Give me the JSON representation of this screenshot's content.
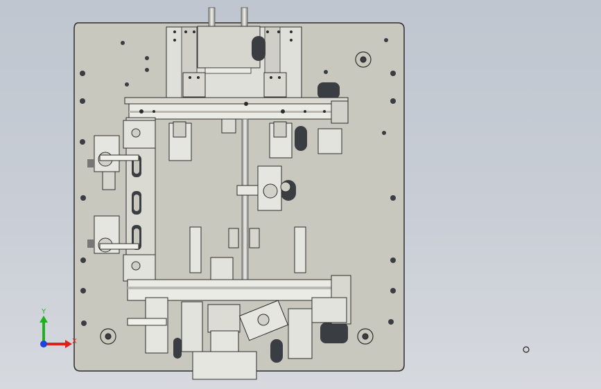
{
  "scene": {
    "type": "cad-3d-viewport",
    "colors": {
      "background_top": "#bfc6cf",
      "background_bottom": "#d6d9de",
      "plate": "#c8c8bf",
      "plate_edge": "#2b2b2b",
      "metal_light": "#e4e4df",
      "metal_mid": "#b9b9b2",
      "dark_slot": "#3a3d42"
    }
  },
  "triad": {
    "x_label": "X",
    "y_label": "Y",
    "x_color": "#e02020",
    "y_color": "#20b020",
    "z_color": "#2040e0"
  },
  "markers": {
    "rotation_center_icon": "circle-marker"
  }
}
